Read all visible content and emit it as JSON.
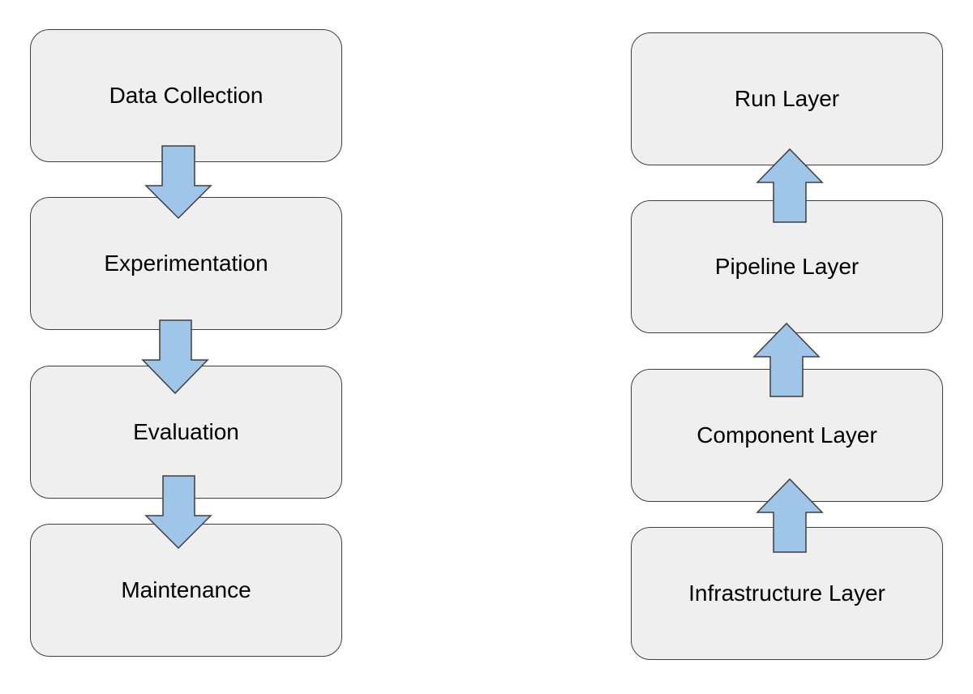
{
  "left_flow": {
    "steps": [
      {
        "label": "Data Collection"
      },
      {
        "label": "Experimentation"
      },
      {
        "label": "Evaluation"
      },
      {
        "label": "Maintenance"
      }
    ]
  },
  "right_stack": {
    "layers": [
      {
        "label": "Run Layer"
      },
      {
        "label": "Pipeline Layer"
      },
      {
        "label": "Component Layer"
      },
      {
        "label": "Infrastructure Layer"
      }
    ]
  },
  "colors": {
    "box_fill": "#efefef",
    "box_border": "#3f3f3f",
    "arrow_fill": "#9fc5e8"
  }
}
